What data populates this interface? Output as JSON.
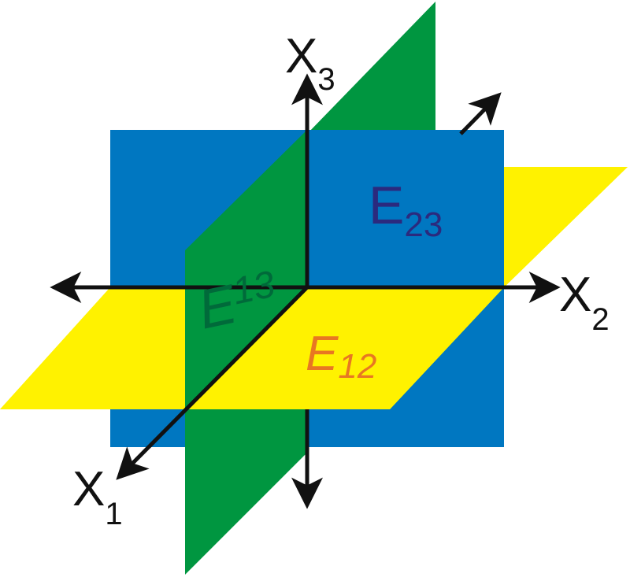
{
  "colors": {
    "plane_e23": "#0077c1",
    "plane_e12": "#fff200",
    "plane_e13": "#009640",
    "axis": "#111111",
    "label_e23": "#2b2a7e",
    "label_e12": "#e87722",
    "label_e13": "#006a3a",
    "axis_label": "#111111"
  },
  "planes": {
    "e23": {
      "letter": "E",
      "sub": "23"
    },
    "e12": {
      "letter": "E",
      "sub": "12"
    },
    "e13": {
      "letter": "E",
      "sub": "13"
    }
  },
  "axes": {
    "x1": {
      "letter": "X",
      "sub": "1"
    },
    "x2": {
      "letter": "X",
      "sub": "2"
    },
    "x3": {
      "letter": "X",
      "sub": "3"
    }
  }
}
